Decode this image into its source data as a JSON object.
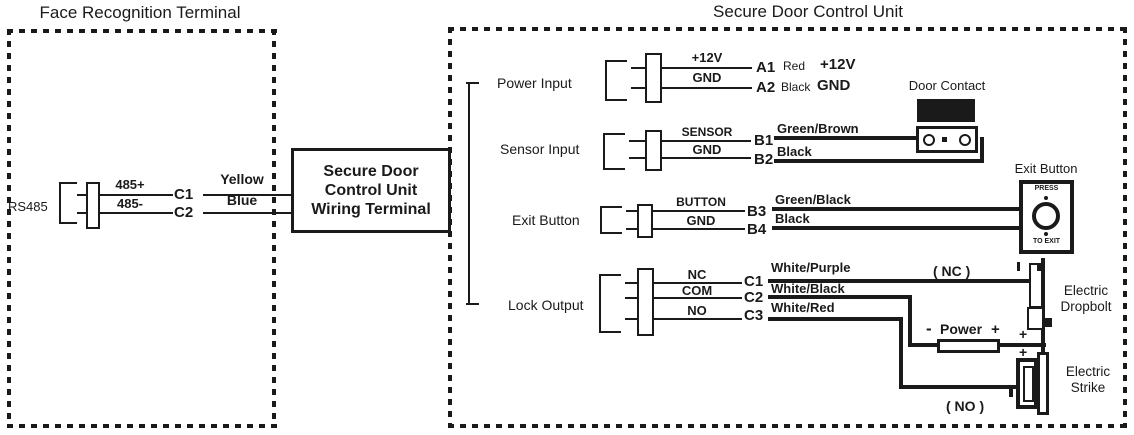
{
  "colors": {
    "ink": "#1a1a1a",
    "background": "#ffffff"
  },
  "left_panel": {
    "title": "Face Recognition Terminal",
    "rs485_label": "RS485",
    "rows": [
      {
        "pin": "485+",
        "terminal": "C1",
        "wire": "Yellow"
      },
      {
        "pin": "485-",
        "terminal": "C2",
        "wire": "Blue"
      }
    ]
  },
  "terminal_box": {
    "lines": [
      "Secure Door",
      "Control Unit",
      "Wiring Terminal"
    ]
  },
  "right_panel": {
    "title": "Secure Door Control Unit",
    "sections": [
      {
        "label": "Power Input",
        "rows": [
          {
            "pin": "+12V",
            "terminal": "A1",
            "wire": "Red",
            "signal": "+12V"
          },
          {
            "pin": "GND",
            "terminal": "A2",
            "wire": "Black",
            "signal": "GND"
          }
        ]
      },
      {
        "label": "Sensor Input",
        "rows": [
          {
            "pin": "SENSOR",
            "terminal": "B1",
            "wire": "Green/Brown"
          },
          {
            "pin": "GND",
            "terminal": "B2",
            "wire": "Black"
          }
        ]
      },
      {
        "label": "Exit Button",
        "rows": [
          {
            "pin": "BUTTON",
            "terminal": "B3",
            "wire": "Green/Black"
          },
          {
            "pin": "GND",
            "terminal": "B4",
            "wire": "Black"
          }
        ]
      },
      {
        "label": "Lock Output",
        "rows": [
          {
            "pin": "NC",
            "terminal": "C1",
            "wire": "White/Purple"
          },
          {
            "pin": "COM",
            "terminal": "C2",
            "wire": "White/Black"
          },
          {
            "pin": "NO",
            "terminal": "C3",
            "wire": "White/Red"
          }
        ]
      }
    ]
  },
  "devices": {
    "door_contact": {
      "label": "Door Contact"
    },
    "exit_button": {
      "label": "Exit Button",
      "press": "PRESS",
      "to_exit": "TO EXIT"
    },
    "electric_dropbolt": {
      "line1": "Electric",
      "line2": "Dropbolt",
      "nc_tag": "( NC )"
    },
    "electric_strike": {
      "line1": "Electric",
      "line2": "Strike",
      "no_tag": "( NO )"
    },
    "power_supply": {
      "minus": "-",
      "label": "Power",
      "plus": "+",
      "junction_plus_top": "+",
      "junction_plus_bottom": "+"
    }
  }
}
